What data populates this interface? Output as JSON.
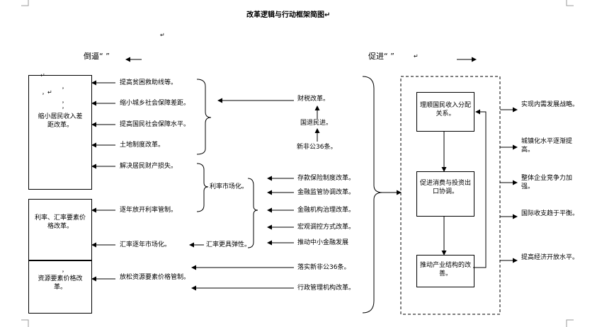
{
  "title": "改革逻辑与行动框架简图↵",
  "marks": {
    "return": "↵",
    "return_comma": "，↵",
    "comma": "，",
    "return_dot": "．↵"
  },
  "headers": {
    "left": "倒逼“     ”",
    "right": "促进“     ”"
  },
  "left_boxes": {
    "box1": "缩小居民收入差距改革。",
    "box2": "利率、汇率要素价格改革。",
    "box3": "资源要素价格改革。"
  },
  "middle_items": [
    "提高贫困救助线等。",
    "缩小城乡社会保障差距。",
    "提高国民社会保障水平。",
    "土地制度改革。",
    "解决居民财产损失。",
    "逐年放开利率管制。",
    "汇率逐年市场化。",
    "放松资源要素价格管制。"
  ],
  "hubs": {
    "market": "利率市场化。",
    "flex": "汇率更具弹性。"
  },
  "chain": [
    "财税改革。",
    "国退民进。",
    "新非公36条。"
  ],
  "right_inputs": [
    "存款保险制度改革。",
    "金融监管协调改革。",
    "金融机构治理改革。",
    "宏观调控方式改革。",
    "推动中小金融发展",
    "落实新非公36条。",
    "行政管理机构改革。"
  ],
  "dashed_boxes": [
    "理顺国民收入分配关系。",
    "促进消费与投资出口协调。",
    "推动产业结构的改善。"
  ],
  "outcomes": [
    "实现内需发展战略。",
    "城镇化水平逐渐提高。",
    "整体企业竞争力加强。",
    "国际收支趋于平衡。",
    "提高经济开放水平。"
  ]
}
